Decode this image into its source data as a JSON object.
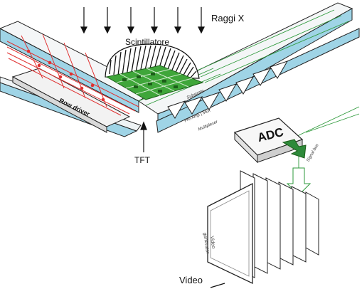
{
  "labels": {
    "xray": "Raggi X",
    "scintillator": "Scintillatore",
    "row_driver": "Row driver",
    "tft": "TFT",
    "adc": "ADC",
    "video": "Video",
    "video_generator": "Video generator",
    "substrate": "Substrate",
    "chip_labels": "Pre Amp | Mux",
    "multiplexer": "Multiplexer",
    "signal_bus": "Signal bus"
  },
  "colors": {
    "substrate_blue": "#9fd4e6",
    "pixel_green": "#3fa63a",
    "row_lines": "#e03030",
    "column_lines": "#2e9a3b",
    "adc_arrow": "#2e8a3a",
    "outline": "#222222"
  }
}
